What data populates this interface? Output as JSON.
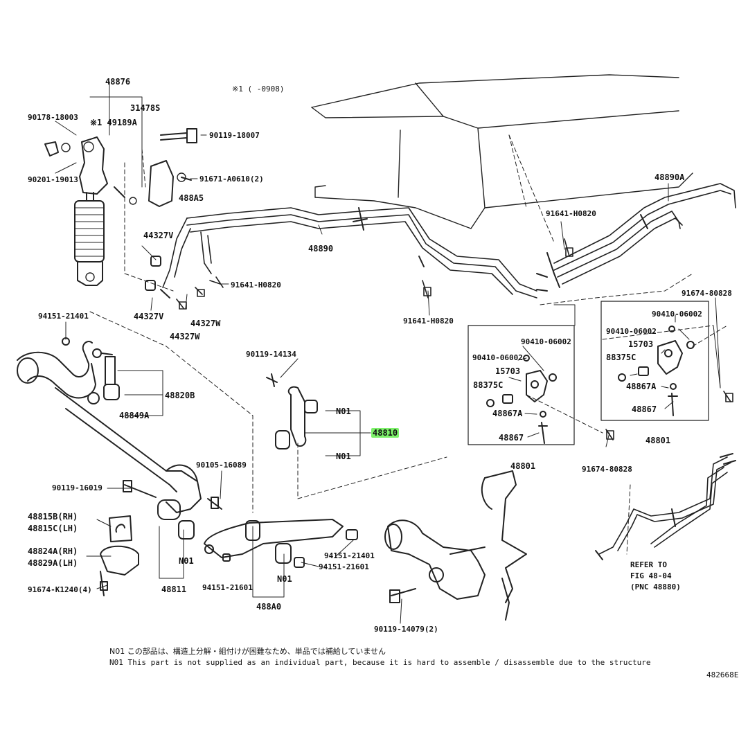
{
  "labels": {
    "p48876": "48876",
    "p31478S": "31478S",
    "p90178": "90178-18003",
    "p49189A": "※1 49189A",
    "p90119_18007": "90119-18007",
    "p90201": "90201-19013",
    "p91671": "91671-A0610(2)",
    "p488A5": "488A5",
    "p44327V_a": "44327V",
    "p44327V_b": "44327V",
    "p44327W_a": "44327W",
    "p44327W_b": "44327W",
    "p91641_a": "91641-H0820",
    "p48890": "48890",
    "p91641_b": "91641-H0820",
    "p91641_c": "91641-H0820",
    "p48890A": "48890A",
    "p91674_a": "91674-80828",
    "p90410_a": "90410-06002",
    "p90410_b": "90410-06002",
    "p90410_c": "90410-06002",
    "p90410_d": "90410-06002",
    "p15703_a": "15703",
    "p15703_b": "15703",
    "p88375C_a": "88375C",
    "p88375C_b": "88375C",
    "p48867A_a": "48867A",
    "p48867A_b": "48867A",
    "p48867_a": "48867",
    "p48867_b": "48867",
    "p48801_a": "48801",
    "p48801_b": "48801",
    "p91674_b": "91674-80828",
    "p94151_21401_a": "94151-21401",
    "p48820B": "48820B",
    "p48849A": "48849A",
    "p90119_14134": "90119-14134",
    "pN01_a": "N01",
    "pN01_b": "N01",
    "p48810": "48810",
    "p90105": "90105-16089",
    "p90119_16019": "90119-16019",
    "p48815B": "48815B(RH)",
    "p48815C": "48815C(LH)",
    "p48824A": "48824A(RH)",
    "p48829A": "48829A(LH)",
    "pN01_c": "N01",
    "pN01_d": "N01",
    "p48811": "48811",
    "p91674_K": "91674-K1240(4)",
    "p94151_21601_a": "94151-21601",
    "p94151_21601_b": "94151-21601",
    "p94151_21401_b": "94151-21401",
    "p488A0": "488A0",
    "p90119_14079": "90119-14079(2)",
    "refer": "REFER TO",
    "fig": "FIG 48-04",
    "pnc": "(PNC 48880)",
    "footnote_ref": "※1 (      -0908)"
  },
  "notes": {
    "jp": "N01 この部品は、構造上分解・組付けが困難なため、単品では補給していません",
    "en": "N01 This part is not supplied as an individual part, because it is hard to assemble / disassemble due to the structure"
  },
  "figure_id": "482668E",
  "highlight_color": "#7df06a"
}
